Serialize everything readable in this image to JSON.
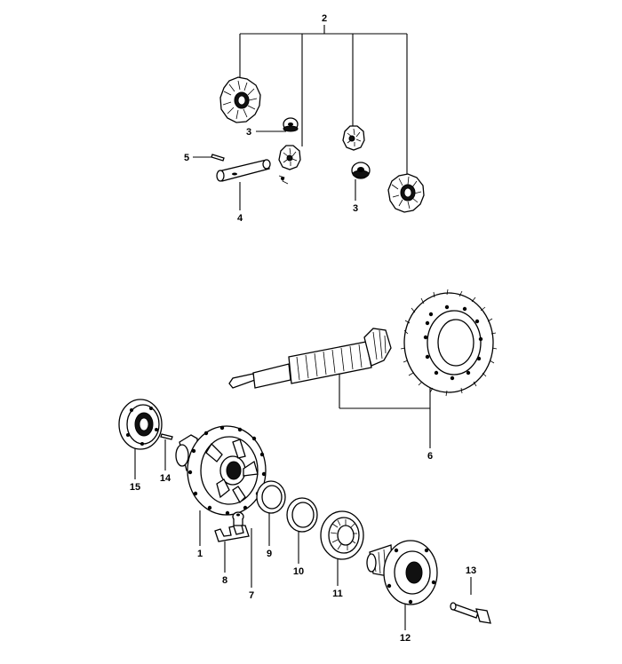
{
  "callouts": [
    {
      "id": "c2",
      "text": "2"
    },
    {
      "id": "c3a",
      "text": "3"
    },
    {
      "id": "c3b",
      "text": "3"
    },
    {
      "id": "c5",
      "text": "5"
    },
    {
      "id": "c4",
      "text": "4"
    },
    {
      "id": "c6",
      "text": "6"
    },
    {
      "id": "c15",
      "text": "15"
    },
    {
      "id": "c14",
      "text": "14"
    },
    {
      "id": "c1",
      "text": "1"
    },
    {
      "id": "c8",
      "text": "8"
    },
    {
      "id": "c7",
      "text": "7"
    },
    {
      "id": "c9",
      "text": "9"
    },
    {
      "id": "c10",
      "text": "10"
    },
    {
      "id": "c11",
      "text": "11"
    },
    {
      "id": "c12",
      "text": "12"
    },
    {
      "id": "c13",
      "text": "13"
    }
  ]
}
